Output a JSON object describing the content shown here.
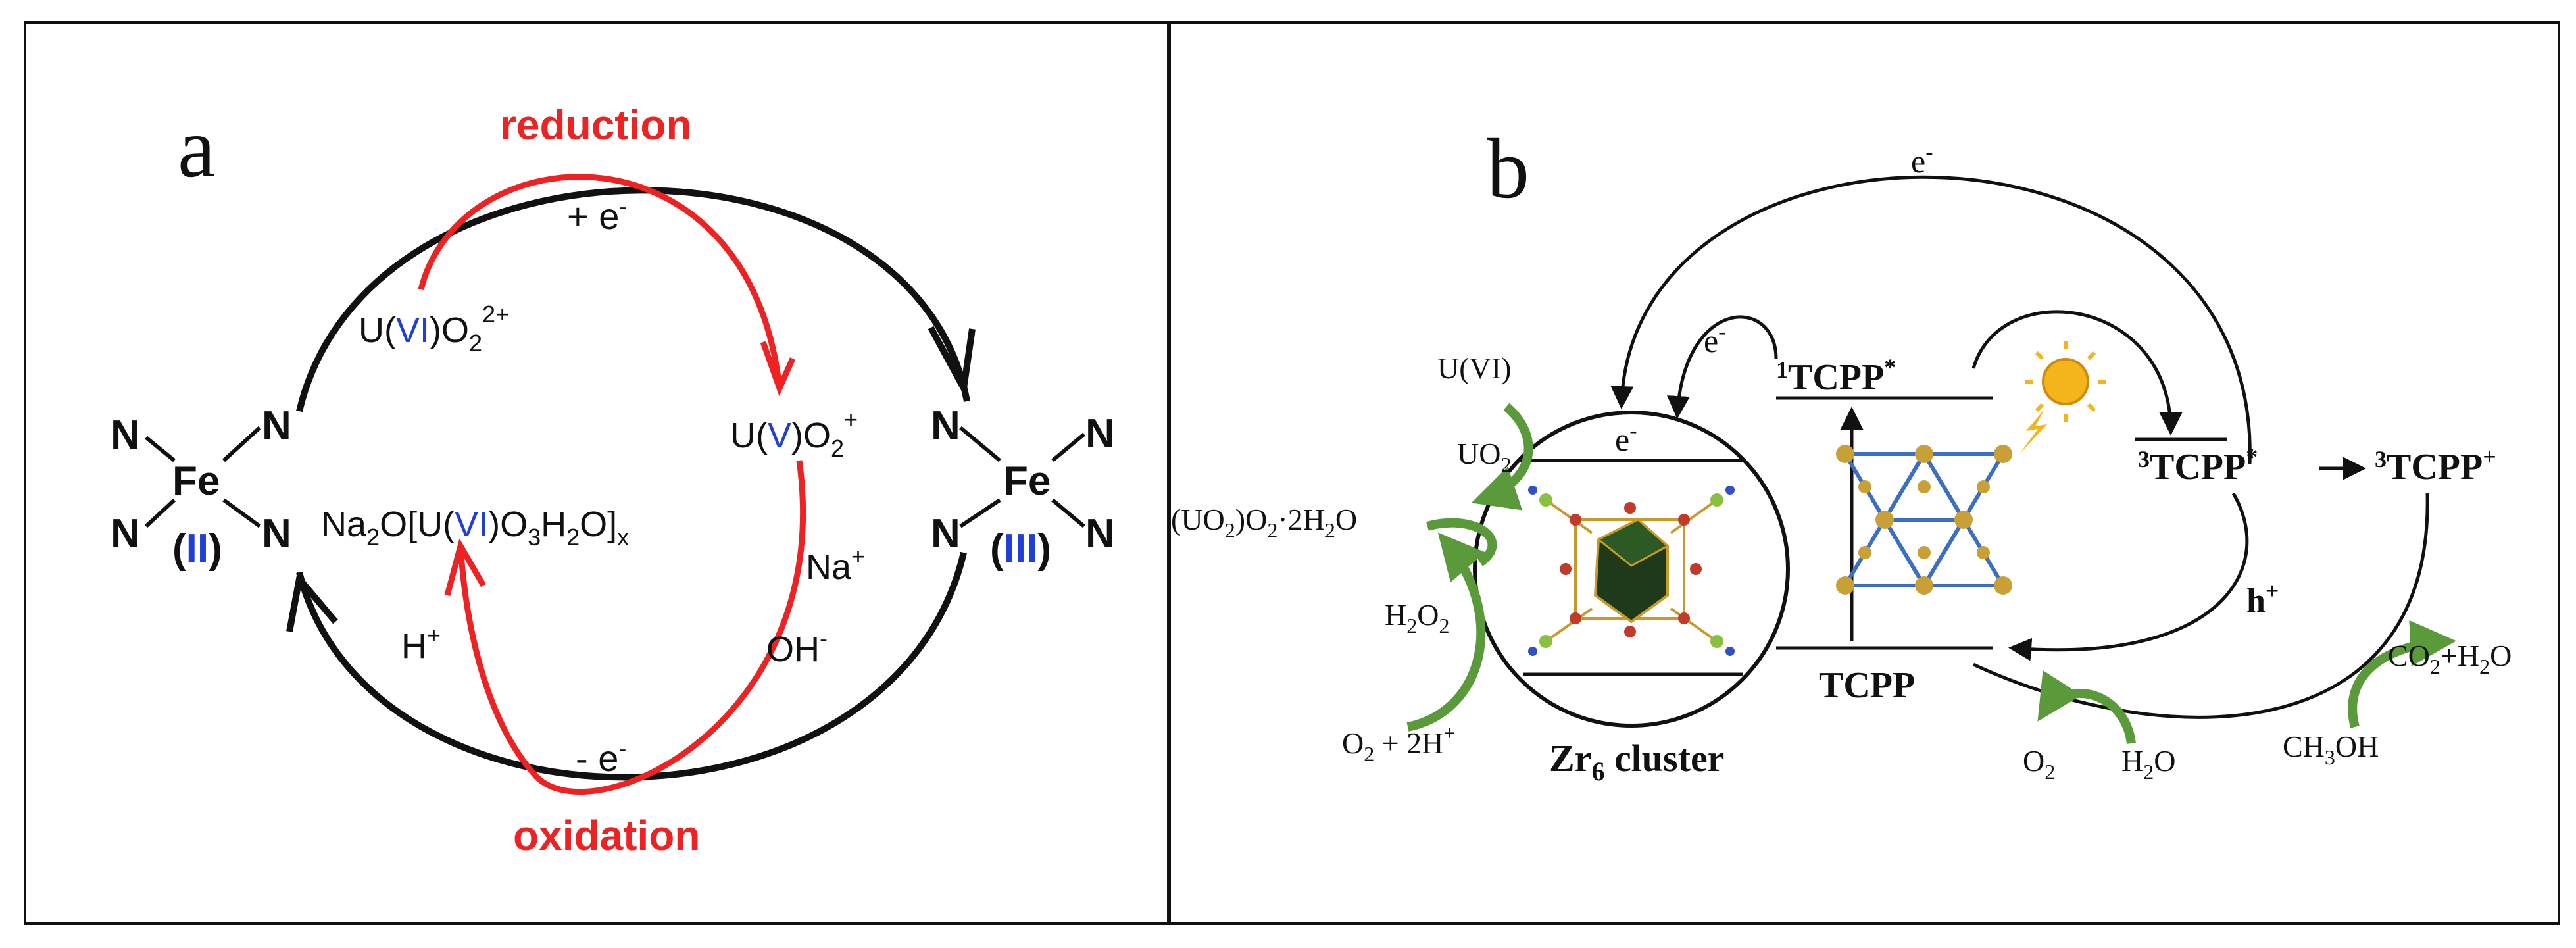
{
  "colors": {
    "black": "#111111",
    "red": "#ee2222",
    "blue": "#1f3fd6",
    "green": "#5a9a3a",
    "frame_blue": "#4a70c8",
    "frame_green": "#6a9a3a",
    "gold": "#c9a036",
    "sun": "#f3b51b"
  },
  "panel_a": {
    "label": "a",
    "reduction": "reduction",
    "plus_e": "+ e",
    "oxidation": "oxidation",
    "minus_e": "- e",
    "e_sup": "-",
    "uvi_pre": "U(",
    "uvi_ox": "VI",
    "uvi_post": ")O",
    "uvi_sub": "2",
    "uvi_sup": "2+",
    "uv_pre": "U(",
    "uv_ox": "V",
    "uv_post": ")O",
    "uv_sub": "2",
    "uv_sup": "+",
    "na2o_a": "Na",
    "na2o_sub1": "2",
    "na2o_b": "O[U(",
    "na2o_ox": "VI",
    "na2o_c": ")O",
    "na2o_sub2": "3",
    "na2o_d": "H",
    "na2o_sub3": "2",
    "na2o_e": "O]",
    "na2o_sub4": "x",
    "na": "Na",
    "na_sup": "+",
    "h": "H",
    "h_sup": "+",
    "oh": "OH",
    "oh_sup": "-",
    "fe": "Fe",
    "n": "N",
    "fe2_ox": "II",
    "fe3_ox": "III",
    "paren_open": "(",
    "paren_close": ")"
  },
  "panel_b": {
    "label": "b",
    "e_top": "e",
    "e_left": "e",
    "e_circle": "e",
    "e_sup": "-",
    "s1_pre": "1",
    "s1_main": "TCPP",
    "s1_star": "*",
    "s3_pre": "3",
    "s3_main": "TCPP",
    "s3_star": "*",
    "s3p_pre": "3",
    "s3p_main": "TCPP",
    "s3p_plus": "+",
    "tcpp": "TCPP",
    "h_plus_h": "h",
    "h_plus_sup": "+",
    "zr": "Zr",
    "zr_sub": "6",
    "cluster": " cluster",
    "u_vi": "U(VI)",
    "uo2": "UO",
    "uo2_sub": "2",
    "uo2o2_a": "(UO",
    "uo2o2_s1": "2",
    "uo2o2_b": ")O",
    "uo2o2_s2": "2",
    "uo2o2_c": "·2H",
    "uo2o2_s3": "2",
    "uo2o2_d": "O",
    "h2o2_a": "H",
    "h2o2_s1": "2",
    "h2o2_b": "O",
    "h2o2_s2": "2",
    "o2h_a": "O",
    "o2h_s1": "2",
    "o2h_b": " + 2H",
    "o2h_sup": "+",
    "o2_a": "O",
    "o2_s": "2",
    "h2o_a": "H",
    "h2o_s": "2",
    "h2o_b": "O",
    "ch3oh_a": "CH",
    "ch3oh_s": "3",
    "ch3oh_b": "OH",
    "co2_a": "CO",
    "co2_s1": "2",
    "co2_b": "+H",
    "co2_s2": "2",
    "co2_c": "O"
  }
}
